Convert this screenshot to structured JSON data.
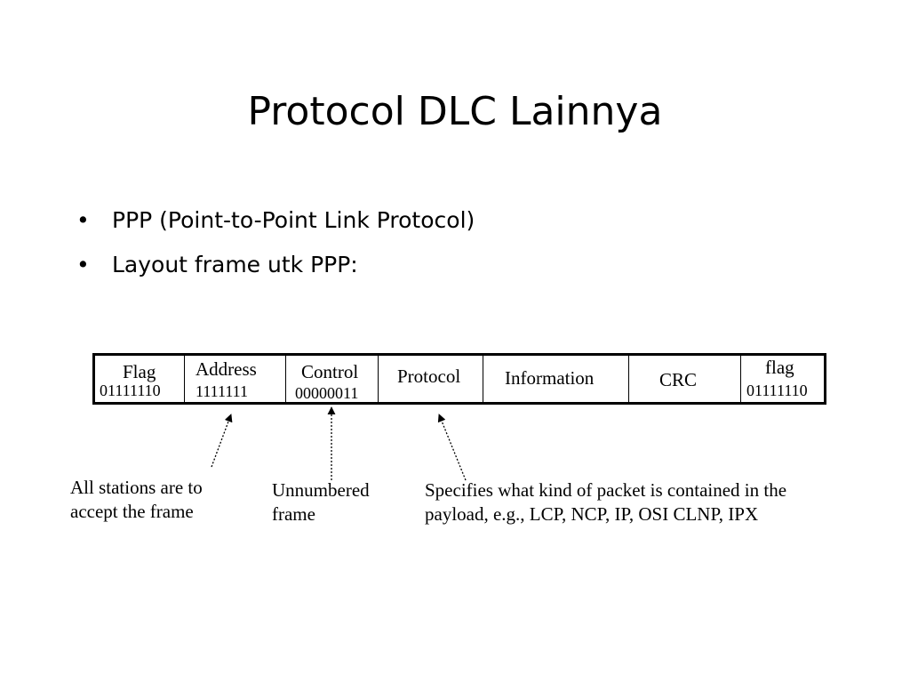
{
  "slide": {
    "title": "Protocol DLC Lainnya",
    "bullets": [
      "PPP (Point-to-Point Link Protocol)",
      "Layout frame utk PPP:"
    ]
  },
  "frame_fields": [
    {
      "name": "Flag",
      "bits": "01111110"
    },
    {
      "name": "Address",
      "bits": "1111111"
    },
    {
      "name": "Control",
      "bits": "00000011"
    },
    {
      "name": "Protocol",
      "bits": ""
    },
    {
      "name": "Information",
      "bits": ""
    },
    {
      "name": "CRC",
      "bits": ""
    },
    {
      "name": "flag",
      "bits": "01111110"
    }
  ],
  "annotations": [
    {
      "target": "Address",
      "text": "All stations are to\naccept the frame"
    },
    {
      "target": "Control",
      "text": "Unnumbered\nframe"
    },
    {
      "target": "Protocol",
      "text": "Specifies what kind of packet is contained in the\npayload, e.g.,  LCP, NCP, IP, OSI CLNP, IPX"
    }
  ],
  "colors": {
    "text": "#000000",
    "background": "#ffffff"
  }
}
